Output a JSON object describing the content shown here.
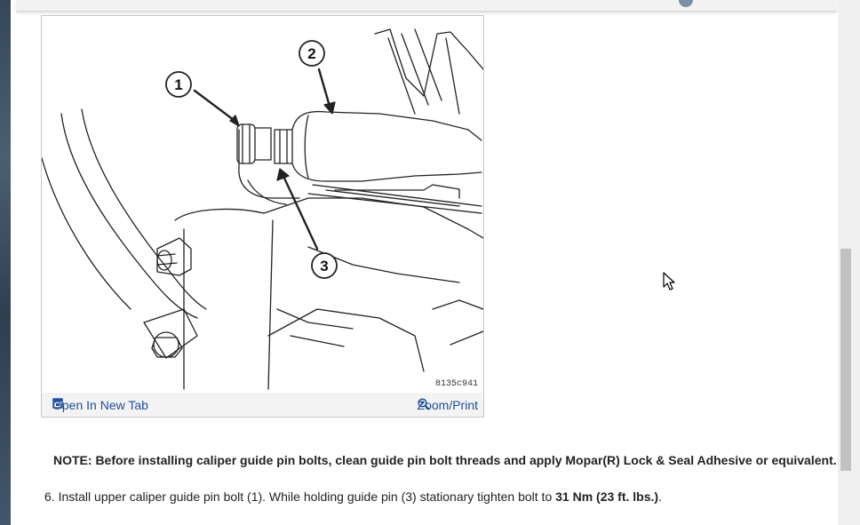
{
  "figure": {
    "code": "8135c941",
    "callouts": [
      "1",
      "2",
      "3"
    ],
    "open_new_tab_label": "Open In New Tab",
    "zoom_print_label": "Zoom/Print"
  },
  "note": "NOTE: Before installing caliper guide pin bolts, clean guide pin bolt threads and apply Mopar(R) Lock & Seal Adhesive or equivalent.",
  "step": {
    "prefix": "6. Install upper caliper guide pin bolt (1). While holding guide pin (3) stationary tighten bolt to ",
    "torque": "31 Nm (23 ft. lbs.)",
    "suffix": "."
  },
  "colors": {
    "link": "#1f4e9a",
    "text": "#222222"
  }
}
